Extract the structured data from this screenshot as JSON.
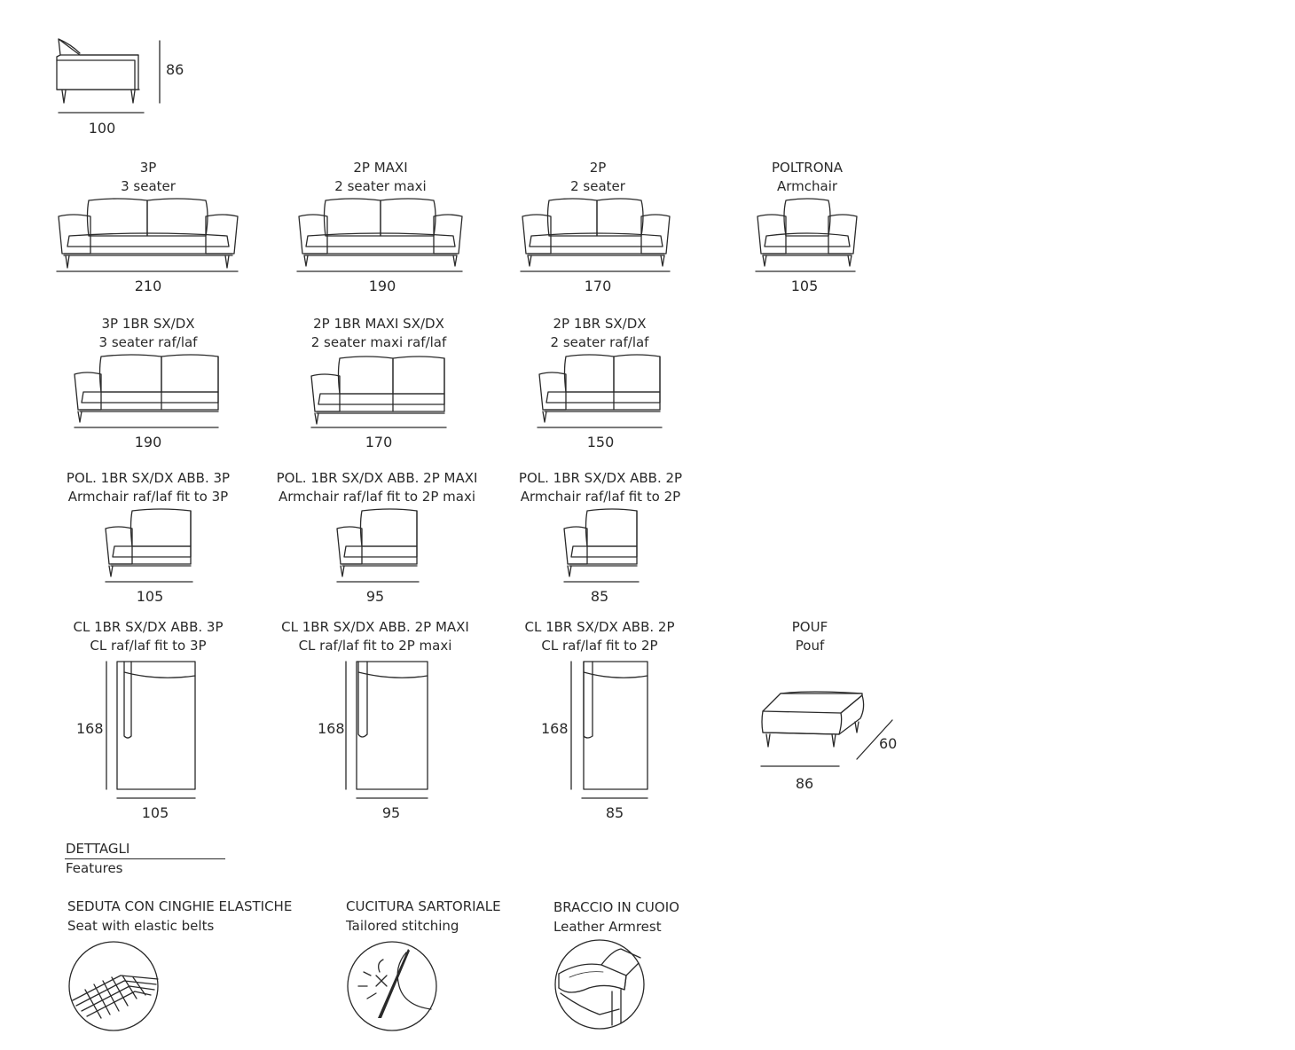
{
  "side_view": {
    "height": "86",
    "depth": "100"
  },
  "rows": [
    {
      "items": [
        {
          "code": "3P",
          "name": "3 seater",
          "width": "210"
        },
        {
          "code": "2P MAXI",
          "name": "2 seater maxi",
          "width": "190"
        },
        {
          "code": "2P",
          "name": "2 seater",
          "width": "170"
        },
        {
          "code": "POLTRONA",
          "name": "Armchair",
          "width": "105"
        }
      ]
    },
    {
      "items": [
        {
          "code": "3P 1BR SX/DX",
          "name": "3 seater raf/laf",
          "width": "190"
        },
        {
          "code": "2P 1BR MAXI SX/DX",
          "name": "2 seater maxi raf/laf",
          "width": "170"
        },
        {
          "code": "2P 1BR SX/DX",
          "name": "2 seater raf/laf",
          "width": "150"
        }
      ]
    },
    {
      "items": [
        {
          "code": "POL. 1BR SX/DX ABB. 3P",
          "name": "Armchair raf/laf fit to 3P",
          "width": "105"
        },
        {
          "code": "POL. 1BR SX/DX ABB. 2P MAXI",
          "name": "Armchair raf/laf fit to 2P maxi",
          "width": "95"
        },
        {
          "code": "POL. 1BR SX/DX ABB. 2P",
          "name": "Armchair raf/laf fit to 2P",
          "width": "85"
        }
      ]
    },
    {
      "items": [
        {
          "code": "CL 1BR SX/DX ABB. 3P",
          "name": "CL raf/laf fit to 3P",
          "width": "105",
          "length": "168"
        },
        {
          "code": "CL 1BR SX/DX ABB. 2P MAXI",
          "name": "CL raf/laf fit to 2P maxi",
          "width": "95",
          "length": "168"
        },
        {
          "code": "CL 1BR SX/DX ABB. 2P",
          "name": "CL raf/laf fit to 2P",
          "width": "85",
          "length": "168"
        },
        {
          "code": "POUF",
          "name": "Pouf",
          "width": "86",
          "depth": "60"
        }
      ]
    }
  ],
  "details": {
    "title": "DETTAGLI",
    "subtitle": "Features",
    "items": [
      {
        "title": "SEDUTA CON CINGHIE ELASTICHE",
        "subtitle": "Seat with elastic belts",
        "icon": "elastic-belts-icon"
      },
      {
        "title": "CUCITURA SARTORIALE",
        "subtitle": "Tailored stitching",
        "icon": "needle-stitching-icon"
      },
      {
        "title": "BRACCIO IN CUOIO",
        "subtitle": "Leather Armrest",
        "icon": "leather-armrest-icon"
      }
    ]
  }
}
